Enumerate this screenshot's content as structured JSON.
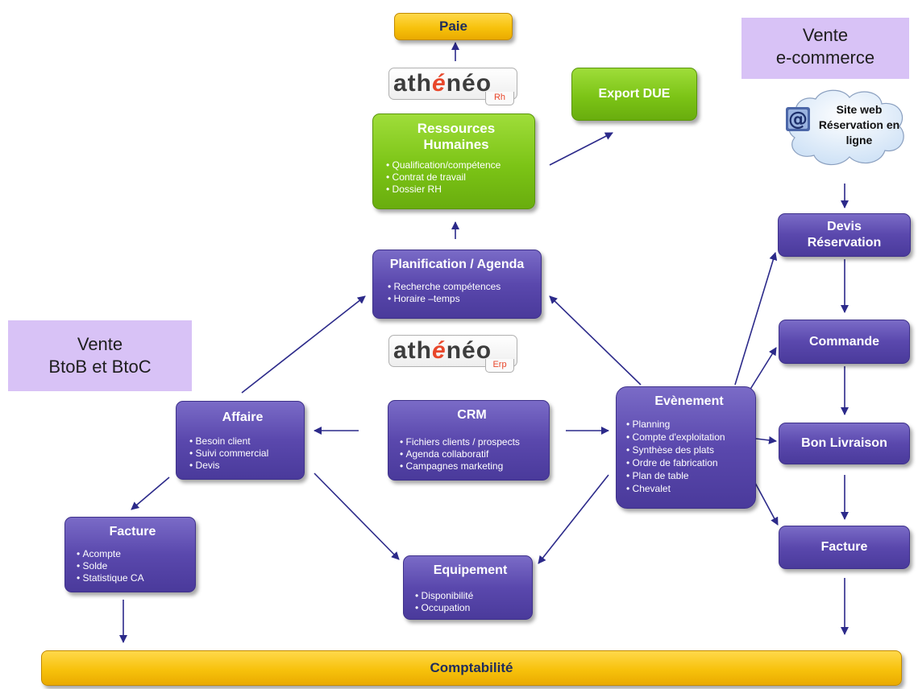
{
  "colors": {
    "purple": "#5a48ad",
    "green": "#7cc416",
    "gold": "#f7c20c",
    "lavender": "#d8c2f6",
    "arrow": "#2c2a8a"
  },
  "paie": {
    "label": "Paie"
  },
  "logo_rh": {
    "word_pre": "ath",
    "word_e": "é",
    "word_post": "néo",
    "tag": "Rh"
  },
  "logo_erp": {
    "word_pre": "ath",
    "word_e": "é",
    "word_post": "néo",
    "tag": "Erp"
  },
  "export_due": {
    "label": "Export DUE"
  },
  "rh": {
    "title": "Ressources Humaines",
    "items": [
      "Qualification/compétence",
      "Contrat de travail",
      "Dossier RH"
    ]
  },
  "vente_ecommerce": {
    "line1": "Vente",
    "line2": "e-commerce"
  },
  "site_web": {
    "line1": "Site web",
    "line2": "Réservation en",
    "line3": "ligne"
  },
  "planification": {
    "title": "Planification / Agenda",
    "items": [
      "Recherche compétences",
      "Horaire –temps"
    ]
  },
  "vente_btob": {
    "line1": "Vente",
    "line2": "BtoB et BtoC"
  },
  "affaire": {
    "title": "Affaire",
    "items": [
      "Besoin client",
      "Suivi commercial",
      "Devis"
    ]
  },
  "crm": {
    "title": "CRM",
    "items": [
      "Fichiers clients / prospects",
      "Agenda collaboratif",
      "Campagnes marketing"
    ]
  },
  "evenement": {
    "title": "Evènement",
    "items": [
      "Planning",
      "Compte d'exploitation",
      "Synthèse des plats",
      "Ordre de fabrication",
      "Plan de table",
      "Chevalet"
    ]
  },
  "facture_left": {
    "title": "Facture",
    "items": [
      "Acompte",
      "Solde",
      "Statistique CA"
    ]
  },
  "equipement": {
    "title": "Equipement",
    "items": [
      "Disponibilité",
      "Occupation"
    ]
  },
  "devis_reservation": {
    "line1": "Devis",
    "line2": "Réservation"
  },
  "commande": {
    "label": "Commande"
  },
  "bon_livraison": {
    "label": "Bon Livraison"
  },
  "facture_right": {
    "label": "Facture"
  },
  "comptabilite": {
    "label": "Comptabilité"
  }
}
